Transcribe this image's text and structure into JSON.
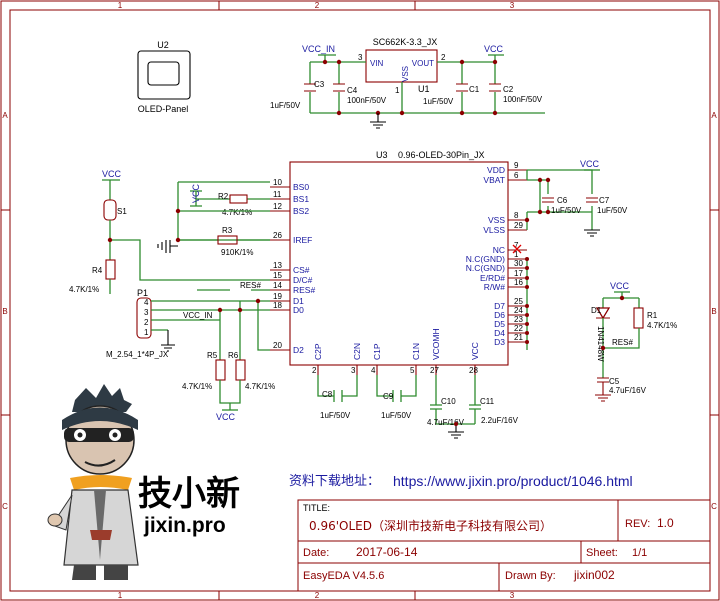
{
  "border": {
    "columns": [
      "1",
      "2",
      "3"
    ],
    "rows": [
      "A",
      "B",
      "C"
    ]
  },
  "chips": {
    "u2": {
      "ref": "U2",
      "name": "OLED-Panel"
    },
    "u1": {
      "ref": "U1",
      "name": "SC662K-3.3_JX",
      "pin_vin": "VIN",
      "pin_vout": "VOUT",
      "pin_vss": "VSS",
      "num_vin": "3",
      "num_vout": "2",
      "num_vss": "1"
    },
    "u3": {
      "ref": "U3",
      "name": "0.96-OLED-30Pin_JX",
      "left_pins": [
        {
          "num": "10",
          "name": "BS0"
        },
        {
          "num": "11",
          "name": "BS1"
        },
        {
          "num": "12",
          "name": "BS2"
        },
        {
          "num": "26",
          "name": "IREF"
        },
        {
          "num": "13",
          "name": "CS#"
        },
        {
          "num": "15",
          "name": "D/C#"
        },
        {
          "num": "14",
          "name": "RES#"
        },
        {
          "num": "19",
          "name": "D1"
        },
        {
          "num": "18",
          "name": "D0"
        },
        {
          "num": "20",
          "name": "D2"
        }
      ],
      "right_pins": [
        {
          "num": "9",
          "name": "VDD"
        },
        {
          "num": "6",
          "name": "VBAT"
        },
        {
          "num": "8",
          "name": "VSS"
        },
        {
          "num": "29",
          "name": "VLSS"
        },
        {
          "num": "7",
          "name": "NC"
        },
        {
          "num": "1",
          "name": "N.C(GND)"
        },
        {
          "num": "30",
          "name": "N.C(GND)"
        },
        {
          "num": "17",
          "name": "E/RD#"
        },
        {
          "num": "16",
          "name": "R/W#"
        },
        {
          "num": "25",
          "name": "D7"
        },
        {
          "num": "24",
          "name": "D6"
        },
        {
          "num": "23",
          "name": "D5"
        },
        {
          "num": "22",
          "name": "D4"
        },
        {
          "num": "21",
          "name": "D3"
        }
      ],
      "bottom_pins": [
        {
          "num": "2",
          "name": "C2P"
        },
        {
          "num": "3",
          "name": "C2N"
        },
        {
          "num": "4",
          "name": "C1P"
        },
        {
          "num": "5",
          "name": "C1N"
        },
        {
          "num": "27",
          "name": "VCOMH"
        },
        {
          "num": "28",
          "name": "VCC"
        }
      ]
    }
  },
  "nets": {
    "vcc_in": "VCC_IN",
    "vcc": "VCC",
    "res": "RES#"
  },
  "components": {
    "c3": {
      "ref": "C3",
      "value": "1uF/50V"
    },
    "c4": {
      "ref": "C4",
      "value": "100nF/50V"
    },
    "c1": {
      "ref": "C1",
      "value": "1uF/50V"
    },
    "c2": {
      "ref": "C2",
      "value": "100nF/50V"
    },
    "s1": {
      "ref": "S1"
    },
    "r4": {
      "ref": "R4",
      "value": "4.7K/1%"
    },
    "r2": {
      "ref": "R2",
      "value": "4.7K/1%"
    },
    "r3": {
      "ref": "R3",
      "value": "910K/1%"
    },
    "p1": {
      "ref": "P1",
      "value": "M_2.54_1*4P_JX",
      "pins": [
        "4",
        "3",
        "2",
        "1"
      ]
    },
    "r5": {
      "ref": "R5",
      "value": "4.7K/1%"
    },
    "r6": {
      "ref": "R6",
      "value": "4.7K/1%"
    },
    "c6": {
      "ref": "C6",
      "value": "1uF/50V"
    },
    "c7": {
      "ref": "C7",
      "value": "1uF/50V"
    },
    "c8": {
      "ref": "C8",
      "value": "1uF/50V"
    },
    "c9": {
      "ref": "C9",
      "value": "1uF/50V"
    },
    "c10": {
      "ref": "C10",
      "value": "4.7uF/16V"
    },
    "c11": {
      "ref": "C11",
      "value": "2.2uF/16V"
    },
    "d1": {
      "ref": "D1",
      "value": "1N4148W"
    },
    "r1": {
      "ref": "R1",
      "value": "4.7K/1%"
    },
    "c5": {
      "ref": "C5",
      "value": "4.7uF/16V"
    }
  },
  "branding": {
    "brand_cn": "技小新",
    "brand_url": "jixin.pro",
    "download_label": "资料下载地址：",
    "download_url": "https://www.jixin.pro/product/1046.html"
  },
  "title_block": {
    "title_label": "TITLE:",
    "title_value": "0.96'OLED（深圳市技新电子科技有限公司）",
    "rev_label": "REV:",
    "rev_value": "1.0",
    "date_label": "Date:",
    "date_value": "2017-06-14",
    "sheet_label": "Sheet:",
    "sheet_value": "1/1",
    "tool": "EasyEDA V4.5.6",
    "drawn_label": "Drawn By:",
    "drawn_value": "jixin002"
  },
  "colors": {
    "wire": "#2e8b2e",
    "part": "#8b0000",
    "label": "#1a1aa0",
    "frame": "#8b0000"
  }
}
